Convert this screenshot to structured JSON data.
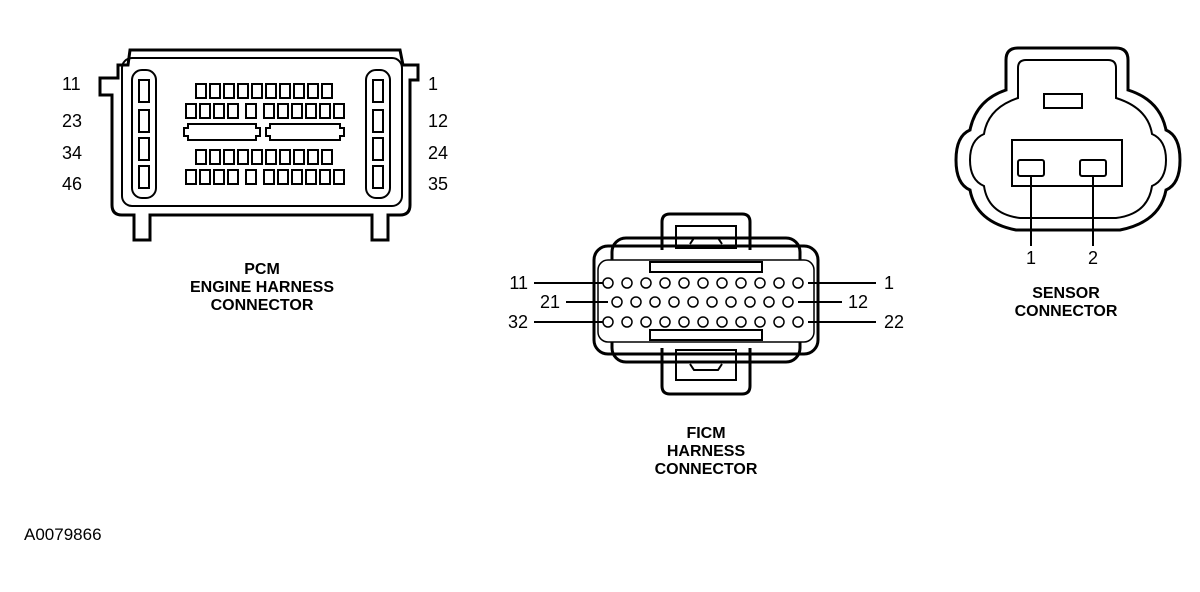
{
  "pcm": {
    "pin_labels_left": [
      "11",
      "23",
      "34",
      "46"
    ],
    "pin_labels_right": [
      "1",
      "12",
      "24",
      "35"
    ],
    "caption": [
      "PCM",
      "ENGINE HARNESS",
      "CONNECTOR"
    ]
  },
  "ficm": {
    "pin_labels_left": [
      "11",
      "21",
      "32"
    ],
    "pin_labels_right": [
      "1",
      "12",
      "22"
    ],
    "caption": [
      "FICM",
      "HARNESS",
      "CONNECTOR"
    ]
  },
  "sensor": {
    "pin_labels": [
      "1",
      "2"
    ],
    "caption": [
      "SENSOR",
      "CONNECTOR"
    ]
  },
  "reference_code": "A0079866"
}
